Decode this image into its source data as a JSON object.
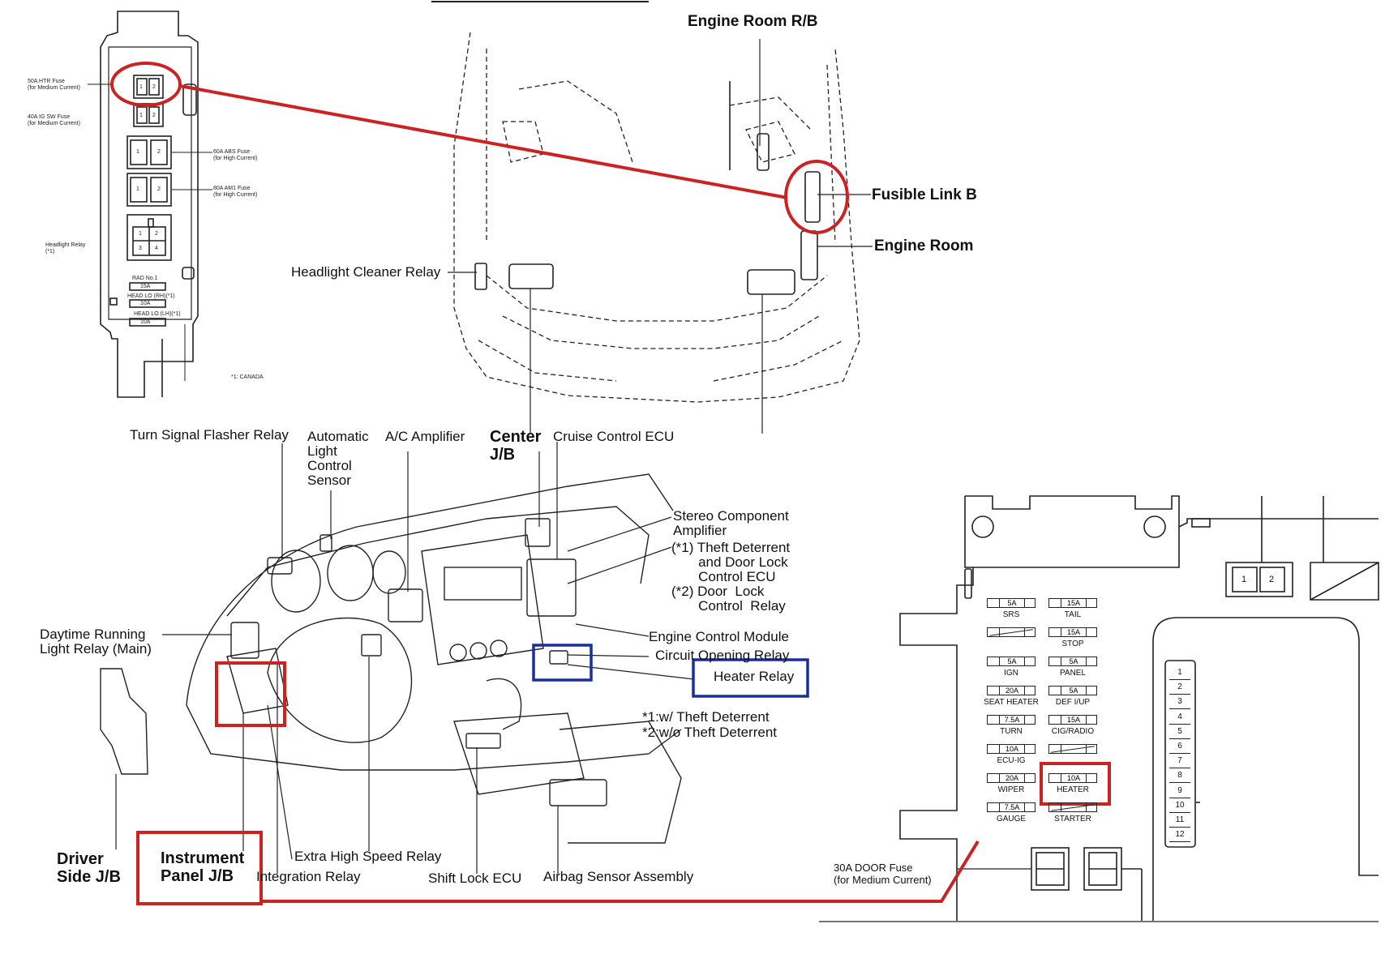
{
  "colors": {
    "highlight_red": "#cc2222",
    "highlight_blue": "#1a2ea0",
    "line": "#222222"
  },
  "engine_room": {
    "engine_room_rb": "Engine Room R/B",
    "fusible_link_b": "Fusible Link B",
    "engine_room": "Engine Room",
    "headlight_cleaner_relay": "Headlight Cleaner Relay"
  },
  "relay_block": {
    "htr_fuse_1": "50A HTR Fuse",
    "htr_fuse_2": "(for Medium Current)",
    "ig_sw_fuse_1": "40A IG SW Fuse",
    "ig_sw_fuse_2": "(for Medium Current)",
    "abs_fuse_1": "60A ABS Fuse",
    "abs_fuse_2": "(for High Current)",
    "am1_fuse_1": "80A AM1 Fuse",
    "am1_fuse_2": "(for High Current)",
    "headlight_relay_1": "Headlight Relay",
    "headlight_relay_2": "(*1)",
    "rad_no1": "RAD No.1",
    "head_lo_rh": "HEAD LO (RH)(*1)",
    "head_lo_lh": "HEAD LO (LH)(*1)",
    "fuse_15a": "15A",
    "fuse_10a_a": "10A",
    "fuse_10a_b": "10A",
    "note_canada": "*1: CANADA",
    "pin_1": "1",
    "pin_2": "2",
    "pin_3": "3",
    "pin_4": "4"
  },
  "dash": {
    "turn_signal": "Turn Signal Flasher Relay",
    "auto_light_1": "Automatic",
    "auto_light_2": "Light",
    "auto_light_3": "Control",
    "auto_light_4": "Sensor",
    "ac_amp": "A/C Amplifier",
    "center_jb_1": "Center",
    "center_jb_2": "J/B",
    "cruise": "Cruise Control ECU",
    "stereo_1": "Stereo Component",
    "stereo_2": "Amplifier",
    "theft_1": "(*1) Theft Deterrent",
    "theft_2": "and Door Lock",
    "theft_3": "Control ECU",
    "theft_4": "(*2) Door  Lock",
    "theft_5": "Control  Relay",
    "drl_1": "Daytime Running",
    "drl_2": "Light Relay (Main)",
    "ecm": "Engine Control Module",
    "circuit_opening": "Circuit Opening Relay",
    "heater_relay": "Heater Relay",
    "note_1": "*1:w/ Theft Deterrent",
    "note_2": "*2:w/o Theft Deterrent",
    "driver_jb_1": "Driver",
    "driver_jb_2": "Side J/B",
    "ip_jb_1": "Instrument",
    "ip_jb_2": "Panel J/B",
    "extra_high": "Extra High Speed Relay",
    "integration": "Integration Relay",
    "shift_lock": "Shift Lock ECU",
    "airbag": "Airbag Sensor Assembly"
  },
  "fuse_panel": {
    "left_col": [
      {
        "amp": "5A",
        "name": "SRS"
      },
      {
        "amp": "",
        "name": ""
      },
      {
        "amp": "5A",
        "name": "IGN"
      },
      {
        "amp": "20A",
        "name": "SEAT HEATER"
      },
      {
        "amp": "7.5A",
        "name": "TURN"
      },
      {
        "amp": "10A",
        "name": "ECU-IG"
      },
      {
        "amp": "20A",
        "name": "WIPER"
      },
      {
        "amp": "7.5A",
        "name": "GAUGE"
      }
    ],
    "right_col": [
      {
        "amp": "15A",
        "name": "TAIL"
      },
      {
        "amp": "15A",
        "name": "STOP"
      },
      {
        "amp": "5A",
        "name": "PANEL"
      },
      {
        "amp": "5A",
        "name": "DEF I/UP"
      },
      {
        "amp": "15A",
        "name": "CIG/RADIO"
      },
      {
        "amp": "",
        "name": ""
      },
      {
        "amp": "10A",
        "name": "HEATER"
      },
      {
        "amp": "",
        "name": "STARTER"
      }
    ],
    "door_fuse_1": "30A DOOR Fuse",
    "door_fuse_2": "(for Medium Current)",
    "relay_pin_1": "1",
    "relay_pin_2": "2",
    "connector_pins": [
      "1",
      "2",
      "3",
      "4",
      "5",
      "6",
      "7",
      "8",
      "9",
      "10",
      "11",
      "12"
    ]
  }
}
